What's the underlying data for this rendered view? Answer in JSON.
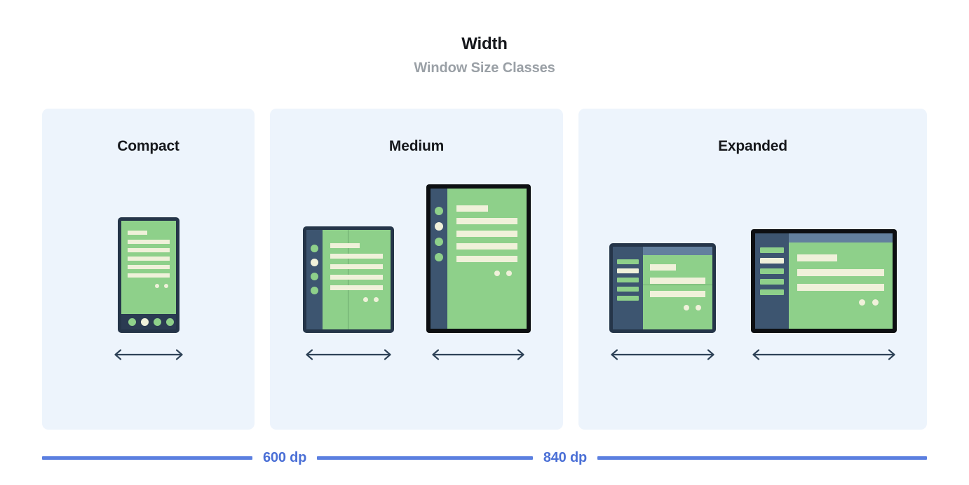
{
  "header": {
    "title": "Width",
    "subtitle": "Window Size Classes"
  },
  "panels": [
    {
      "label": "Compact",
      "devices": [
        {
          "name": "phone-portrait",
          "arrow_label": "width-arrow"
        }
      ]
    },
    {
      "label": "Medium",
      "devices": [
        {
          "name": "foldable-portrait",
          "arrow_label": "width-arrow"
        },
        {
          "name": "tablet-portrait",
          "arrow_label": "width-arrow"
        }
      ]
    },
    {
      "label": "Expanded",
      "devices": [
        {
          "name": "foldable-landscape",
          "arrow_label": "width-arrow"
        },
        {
          "name": "tablet-landscape",
          "arrow_label": "width-arrow"
        }
      ]
    }
  ],
  "breakpoints": [
    {
      "label": "600 dp"
    },
    {
      "label": "840 dp"
    }
  ],
  "colors": {
    "panel_background": "#edf4fc",
    "page_background": "#ffffff",
    "title_text": "#16181c",
    "subtitle_text": "#9aa0a6",
    "breakpoint_line": "#5b7fe0",
    "breakpoint_text": "#4a6fd6",
    "device_frame_navy": "#253549",
    "device_frame_black": "#0d0f12",
    "screen_green": "#8ed08a",
    "content_cream": "#f0f1da",
    "nav_rail_slate": "#3d5570",
    "app_bar_blue": "#63809e",
    "arrow_stroke": "#2e4257"
  },
  "icons": {
    "width_arrow": "double-headed-horizontal-arrow"
  }
}
